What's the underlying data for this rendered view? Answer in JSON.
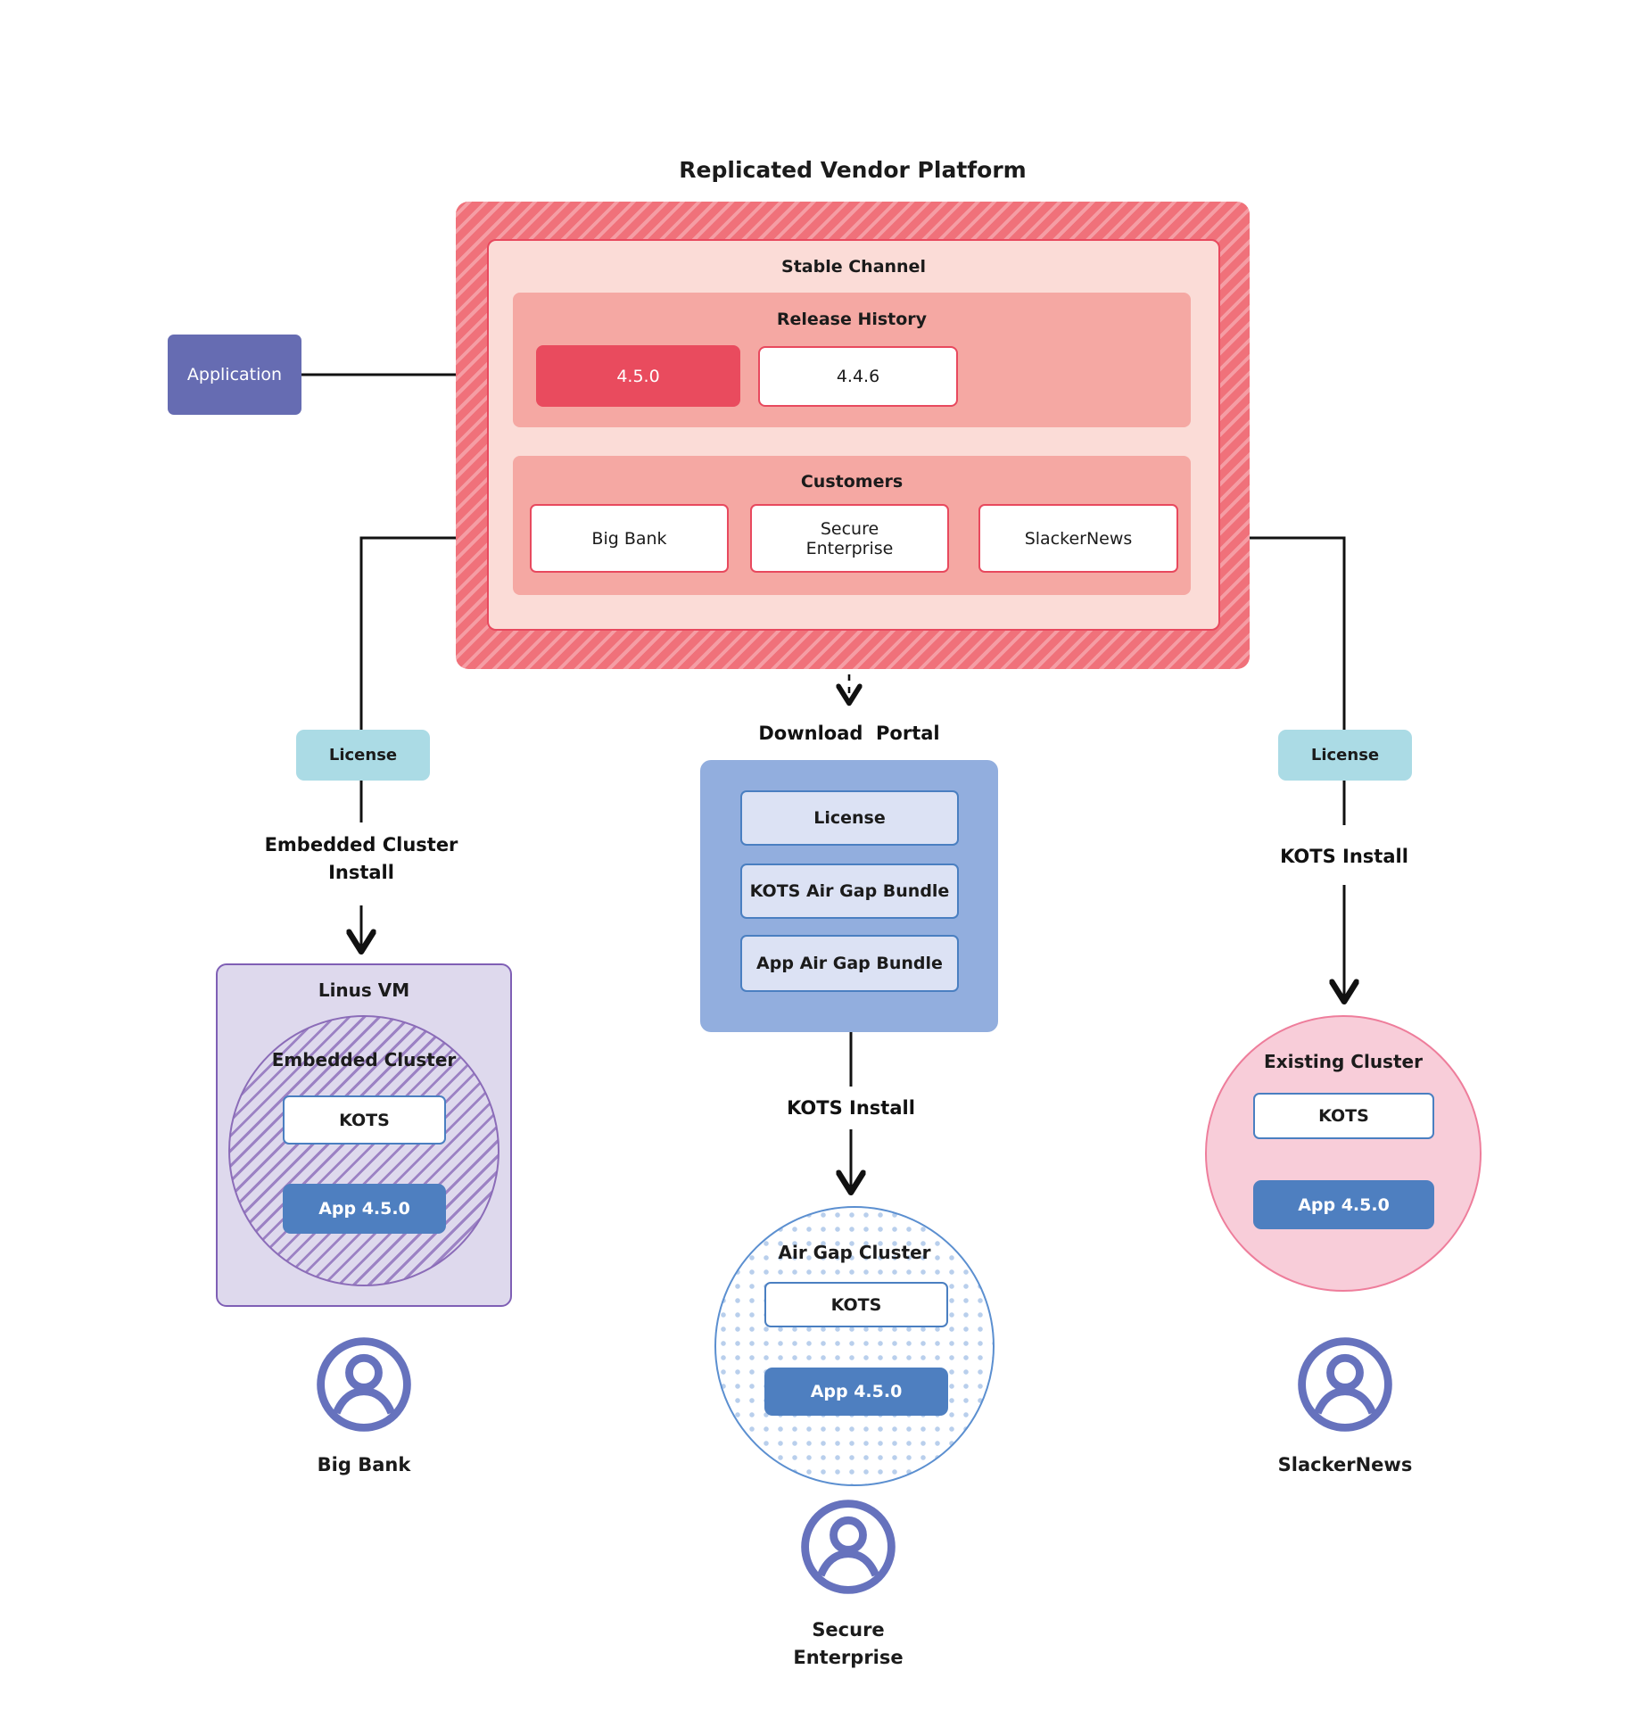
{
  "title": "Replicated Vendor Platform",
  "colors": {
    "hatch_red_dark": "#f0717a",
    "hatch_red_light": "#f59da4",
    "red_border": "#e8495e",
    "stable_bg": "#fbdcd7",
    "salmon_bg": "#f5a8a3",
    "release_highlight": "#e94b5e",
    "application_purple": "#666cb2",
    "license_cyan": "#abdbe5",
    "portal_blue": "#92aede",
    "portal_item_bg": "#dce2f4",
    "kots_border_blue": "#4a7fc1",
    "app_blue": "#4e7fc0",
    "vm_bg": "#ded9ed",
    "vm_border_purple": "#7f5fb5",
    "pink_circle_bg": "#f8cdd9",
    "pink_circle_border": "#ee7d9b",
    "dot_blue": "#b9cfec",
    "user_icon_purple": "#6672bd"
  },
  "application": {
    "label": "Application"
  },
  "platform": {
    "stable_channel_label": "Stable Channel",
    "release_history_label": "Release History",
    "releases": [
      {
        "version": "4.5.0",
        "highlighted": "true"
      },
      {
        "version": "4.4.6",
        "highlighted": "false"
      }
    ],
    "customers_label": "Customers",
    "customers": [
      {
        "name": "Big Bank"
      },
      {
        "name": "Secure Enterprise"
      },
      {
        "name": "SlackerNews"
      }
    ]
  },
  "left_flow": {
    "license_label": "License",
    "install_label": "Embedded Cluster Install",
    "vm_label": "Linus VM",
    "cluster_label": "Embedded Cluster",
    "kots_label": "KOTS",
    "app_label": "App 4.5.0",
    "user_label": "Big Bank"
  },
  "center_flow": {
    "portal_title": "Download  Portal",
    "portal_items": [
      {
        "label": "License"
      },
      {
        "label": "KOTS Air Gap Bundle"
      },
      {
        "label": "App Air Gap Bundle"
      }
    ],
    "install_label": "KOTS Install",
    "cluster_label": "Air Gap Cluster",
    "kots_label": "KOTS",
    "app_label": "App 4.5.0",
    "user_label": "Secure Enterprise"
  },
  "right_flow": {
    "license_label": "License",
    "install_label": "KOTS Install",
    "cluster_label": "Existing Cluster",
    "kots_label": "KOTS",
    "app_label": "App 4.5.0",
    "user_label": "SlackerNews"
  }
}
